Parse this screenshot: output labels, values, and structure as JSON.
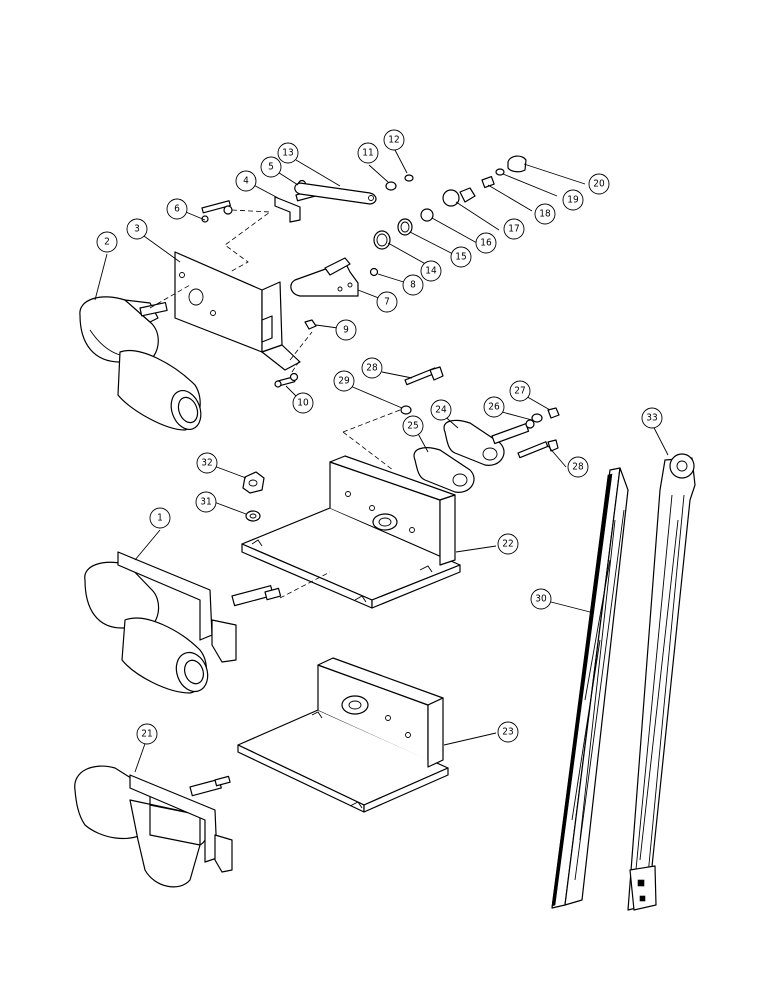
{
  "callouts": [
    {
      "label": "1"
    },
    {
      "label": "2"
    },
    {
      "label": "3"
    },
    {
      "label": "4"
    },
    {
      "label": "5"
    },
    {
      "label": "6"
    },
    {
      "label": "7"
    },
    {
      "label": "8"
    },
    {
      "label": "9"
    },
    {
      "label": "10"
    },
    {
      "label": "11"
    },
    {
      "label": "12"
    },
    {
      "label": "13"
    },
    {
      "label": "14"
    },
    {
      "label": "15"
    },
    {
      "label": "16"
    },
    {
      "label": "17"
    },
    {
      "label": "18"
    },
    {
      "label": "19"
    },
    {
      "label": "20"
    },
    {
      "label": "21"
    },
    {
      "label": "22"
    },
    {
      "label": "23"
    },
    {
      "label": "24"
    },
    {
      "label": "25"
    },
    {
      "label": "26"
    },
    {
      "label": "27"
    },
    {
      "label": "28"
    },
    {
      "label": "28"
    },
    {
      "label": "29"
    },
    {
      "label": "30"
    },
    {
      "label": "31"
    },
    {
      "label": "32"
    },
    {
      "label": "33"
    }
  ]
}
